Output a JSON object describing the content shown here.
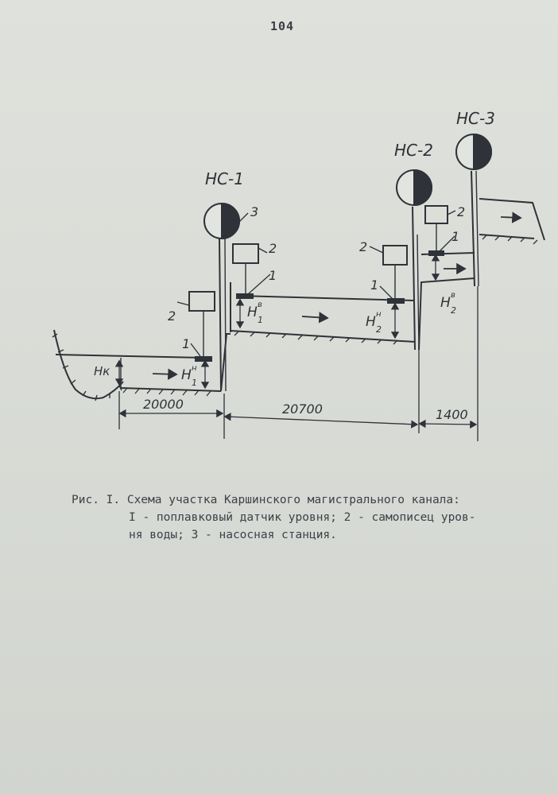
{
  "page_number": "104",
  "figure": {
    "stations": [
      "НС-1",
      "НС-2",
      "НС-3"
    ],
    "callouts": {
      "one": "1",
      "two": "2",
      "three": "3"
    },
    "levels": {
      "h_k": "Hк",
      "h1_low": "H",
      "h1_low_sup": "н",
      "h1_low_sub": "1",
      "h1_high": "H",
      "h1_high_sup": "в",
      "h1_high_sub": "1",
      "h2_low": "H",
      "h2_low_sup": "н",
      "h2_low_sub": "2",
      "h2_high": "H",
      "h2_high_sup": "в",
      "h2_high_sub": "2"
    },
    "distances": [
      "20000",
      "20700",
      "1400"
    ]
  },
  "caption": {
    "line1": "Рис. I. Схема участка Каршинского магистрального канала:",
    "line2": "I - поплавковый датчик уровня; 2 - самописец уров-",
    "line3": "ня воды; 3 - насосная станция."
  }
}
